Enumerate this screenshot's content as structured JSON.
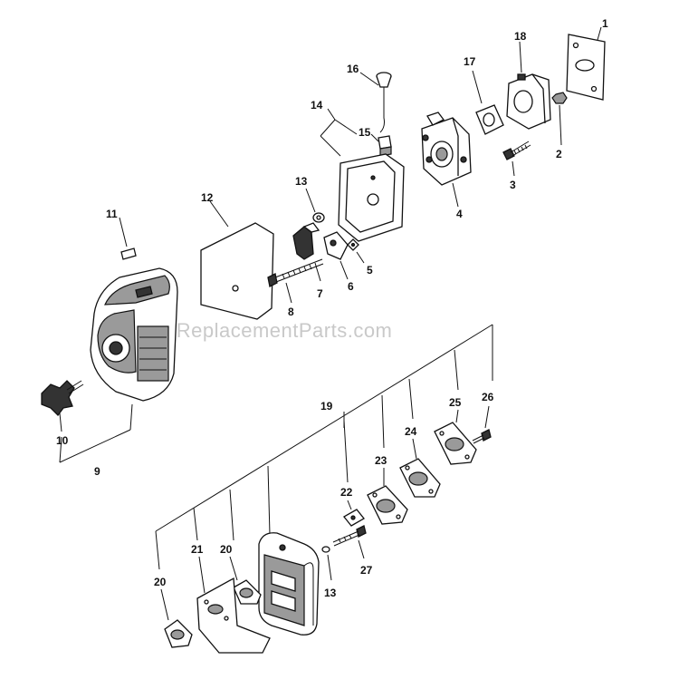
{
  "watermark": "eReplacementParts.com",
  "labels": {
    "p1": "1",
    "p2": "2",
    "p3": "3",
    "p4": "4",
    "p5": "5",
    "p6": "6",
    "p7": "7",
    "p8": "8",
    "p9": "9",
    "p10": "10",
    "p11": "11",
    "p12": "12",
    "p13a": "13",
    "p13b": "13",
    "p14": "14",
    "p15": "15",
    "p16": "16",
    "p17": "17",
    "p18": "18",
    "p19": "19",
    "p20a": "20",
    "p20b": "20",
    "p21": "21",
    "p22": "22",
    "p23": "23",
    "p24": "24",
    "p25": "25",
    "p26": "26",
    "p27": "27"
  }
}
